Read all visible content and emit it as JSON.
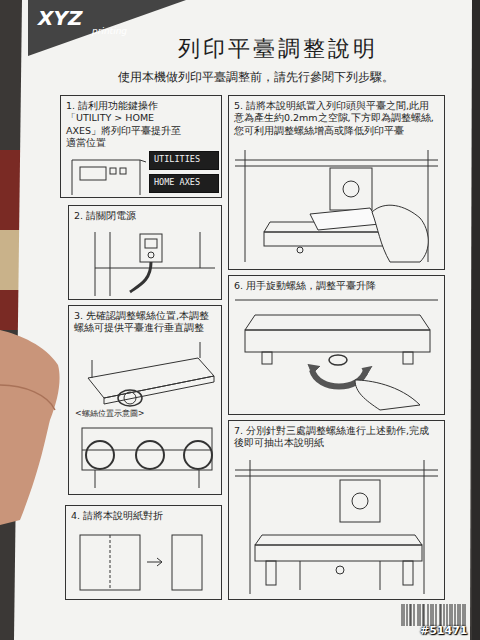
{
  "diagram": {
    "title": "列印平臺調整說明",
    "nodes": [
      {
        "text": [
          "1. 請利用功能鍵操作「UTILITY > HOME AXES」將列印平臺提升至適當位置"
        ]
      },
      {
        "text": [
          "UTILITIES"
        ],
        "in": 0
      },
      {
        "text": [
          "HOME AXES"
        ],
        "in": 0
      },
      {
        "text": [
          "2. 請關閉電源"
        ]
      },
      {
        "text": [
          "3. 先確認調整螺絲位置,本調整螺絲可提供平臺進行垂直調整"
        ]
      },
      {
        "text": [
          "4. 請將本說明紙對折"
        ]
      },
      {
        "text": [
          "5. 請將本說明紙置入列印頭與平臺之間,此用意為產生約0.2mm之空隙,下方即為調整螺絲,您可利用調整螺絲增高或降低列印平臺"
        ]
      },
      {
        "text": [
          "6. 用手旋動螺絲，調整平臺升降"
        ]
      },
      {
        "text": [
          "7. 分別針對三處調整螺絲進行上述動作,完成後即可抽出本說明紙"
        ]
      }
    ],
    "labels": [
      "XYZ",
      "printing",
      "使用本機做列印平臺調整前，請先行參閱下列步驟。",
      "<螺絲位置示意圖>",
      "#51471"
    ]
  }
}
